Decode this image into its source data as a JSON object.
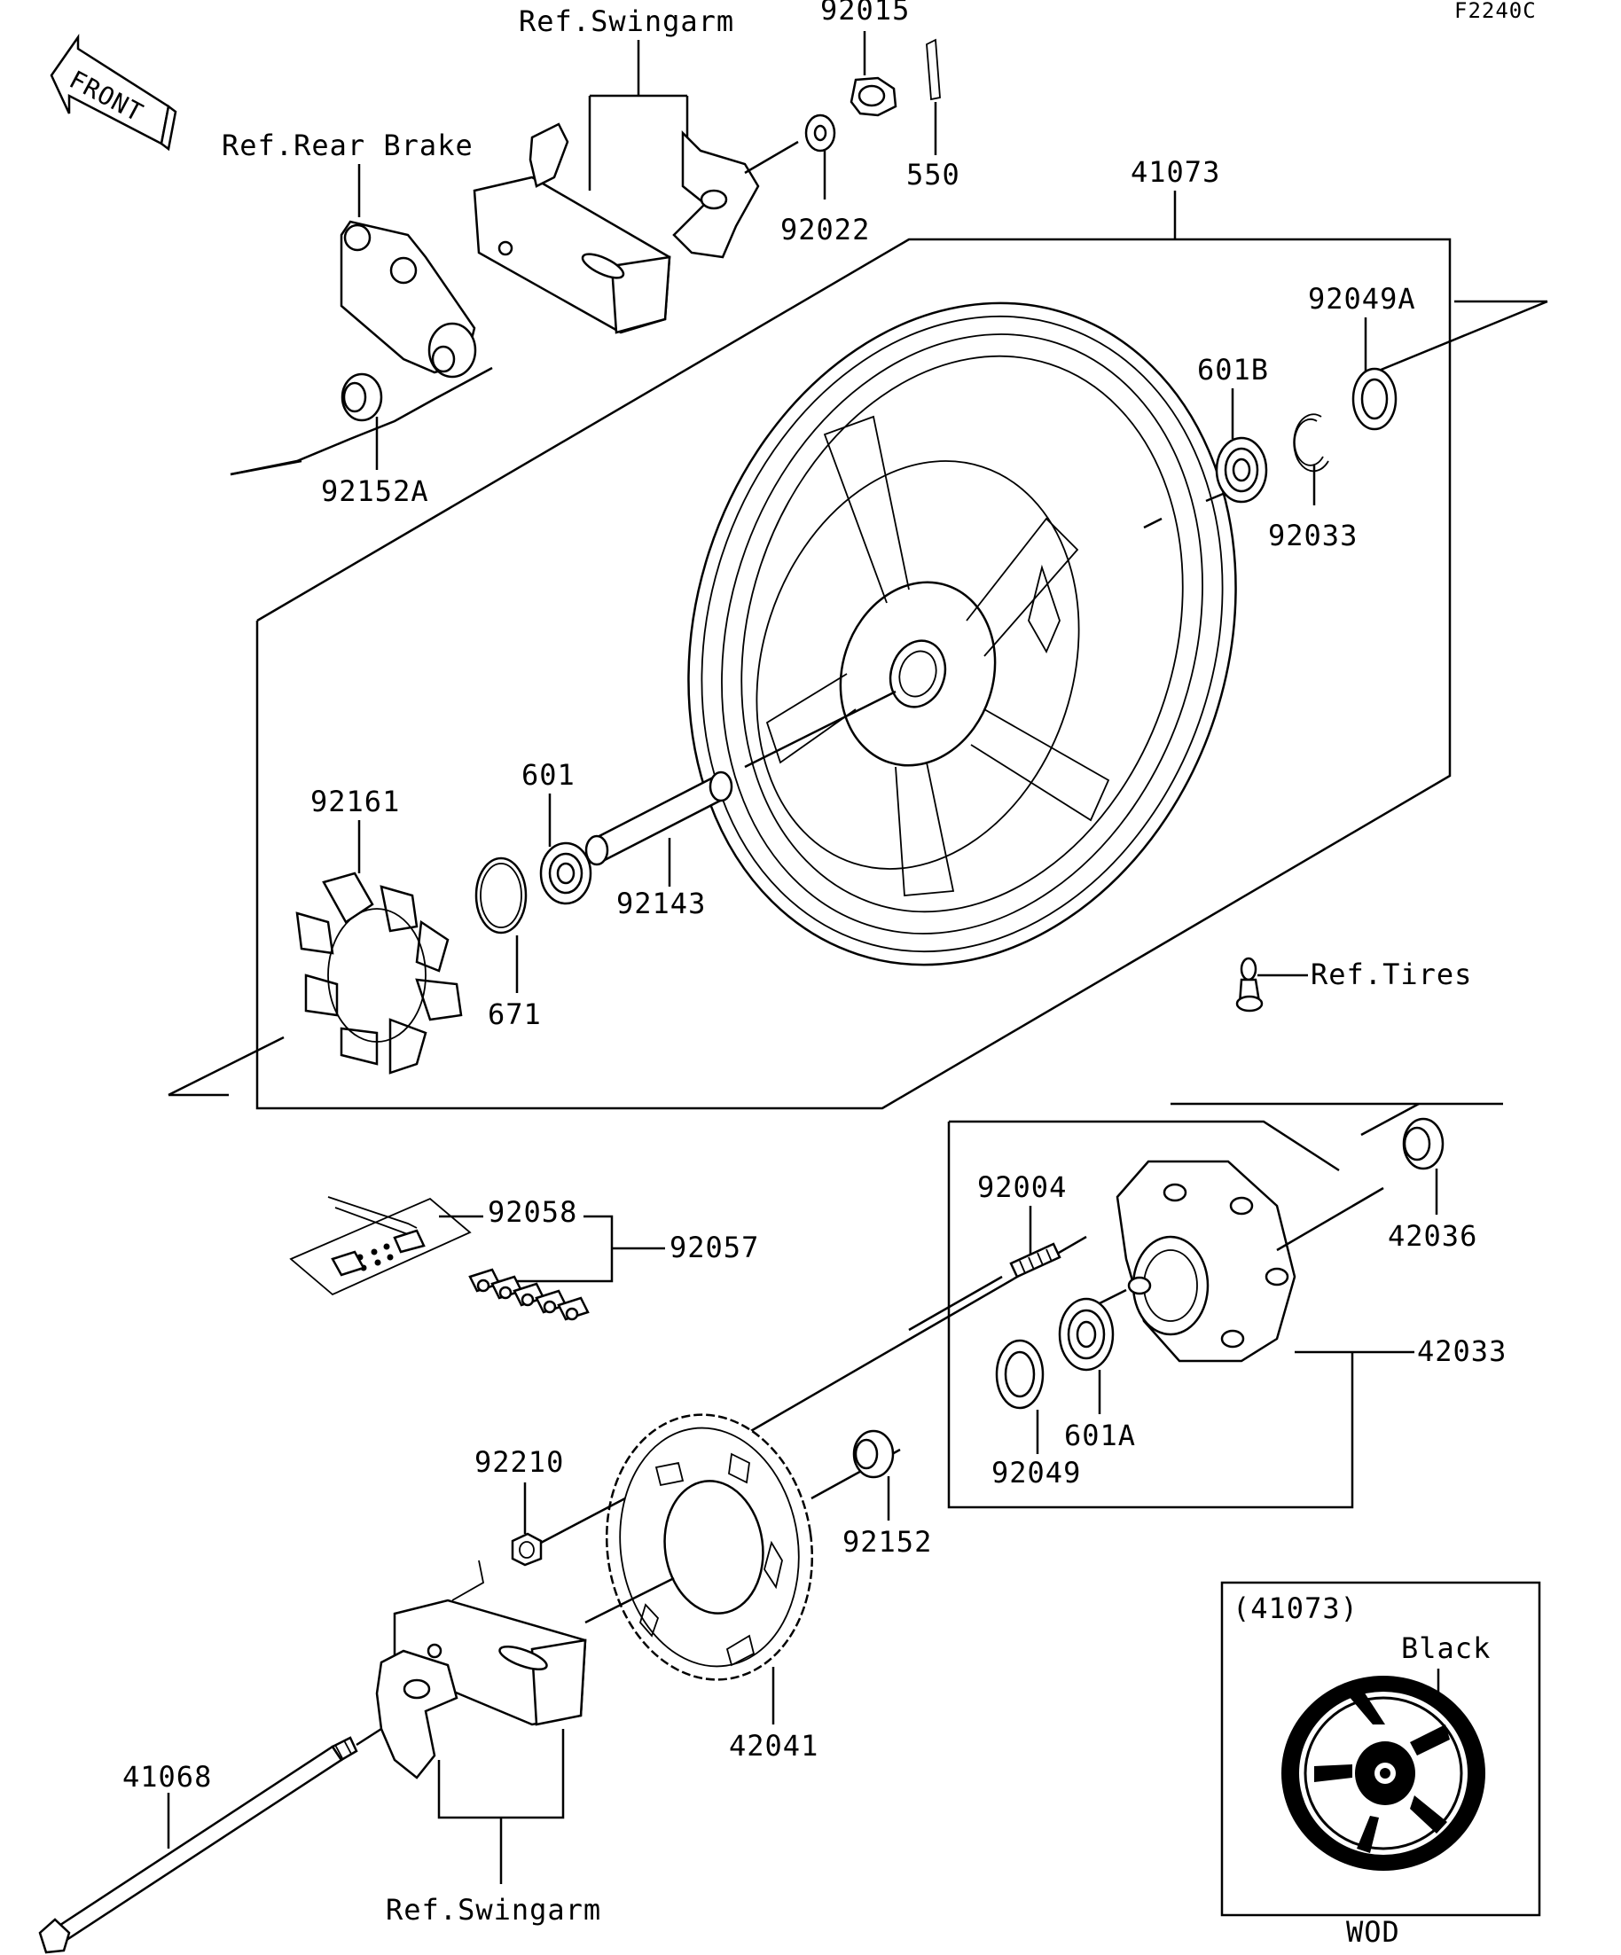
{
  "diagram_code": "F2240C",
  "front_arrow_text": "FRONT",
  "refs": {
    "swingarm_top": "Ref.Swingarm",
    "rear_brake": "Ref.Rear Brake",
    "tires": "Ref.Tires",
    "swingarm_bottom": "Ref.Swingarm"
  },
  "parts": {
    "p92015": "92015",
    "p550": "550",
    "p92022": "92022",
    "p41073": "41073",
    "p92049A": "92049A",
    "p601B": "601B",
    "p92033": "92033",
    "p92152A": "92152A",
    "p92161": "92161",
    "p601": "601",
    "p92143": "92143",
    "p671": "671",
    "p92058": "92058",
    "p92057": "92057",
    "p92004": "92004",
    "p42036": "42036",
    "p42033": "42033",
    "p601A": "601A",
    "p92049": "92049",
    "p92210": "92210",
    "p92152": "92152",
    "p42041": "42041",
    "p41068": "41068"
  },
  "inset": {
    "part_ref": "(41073)",
    "color": "Black",
    "color_code": "WOD"
  }
}
